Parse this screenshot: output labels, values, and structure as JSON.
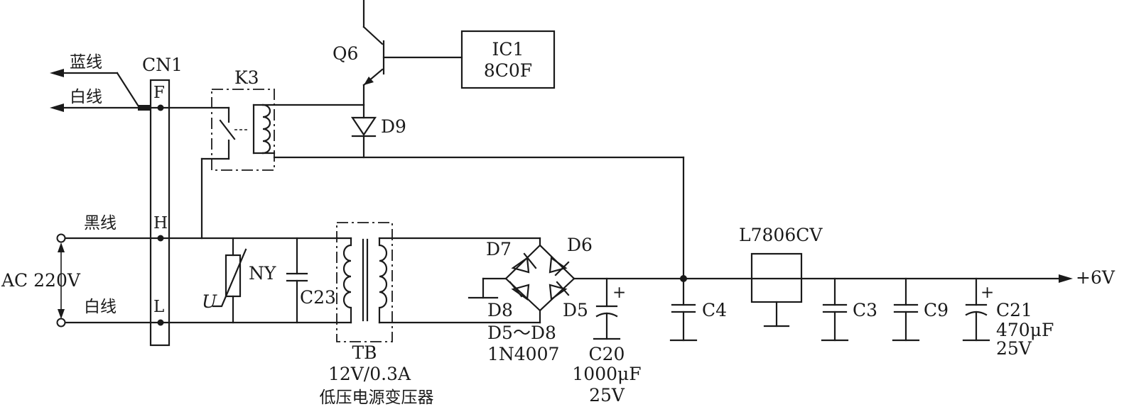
{
  "labels": {
    "wire_blue": "蓝线",
    "wire_white_top": "白线",
    "wire_black": "黑线",
    "wire_white_bottom": "白线",
    "cn1": "CN1",
    "pin_f": "F",
    "pin_h": "H",
    "pin_l": "L",
    "k3": "K3",
    "q6": "Q6",
    "ic1_line1": "IC1",
    "ic1_line2": "8C0F",
    "d9": "D9",
    "ac_input": "AC 220V",
    "varistor_u": "U",
    "ny": "NY",
    "c23": "C23",
    "tb": "TB",
    "tb_rating": "12V/0.3A",
    "tb_desc": "低压电源变压器",
    "d7": "D7",
    "d6": "D6",
    "d8": "D8",
    "d5": "D5",
    "bridge_range": "D5～D8",
    "bridge_part": "1N4007",
    "c20": "C20",
    "c20_cap": "1000μF",
    "c20_volt": "25V",
    "c4": "C4",
    "regulator": "L7806CV",
    "c3": "C3",
    "c9": "C9",
    "c21": "C21",
    "c21_cap": "470μF",
    "c21_volt": "25V",
    "output": "+6V",
    "plus_c20": "+",
    "plus_c21": "+"
  }
}
